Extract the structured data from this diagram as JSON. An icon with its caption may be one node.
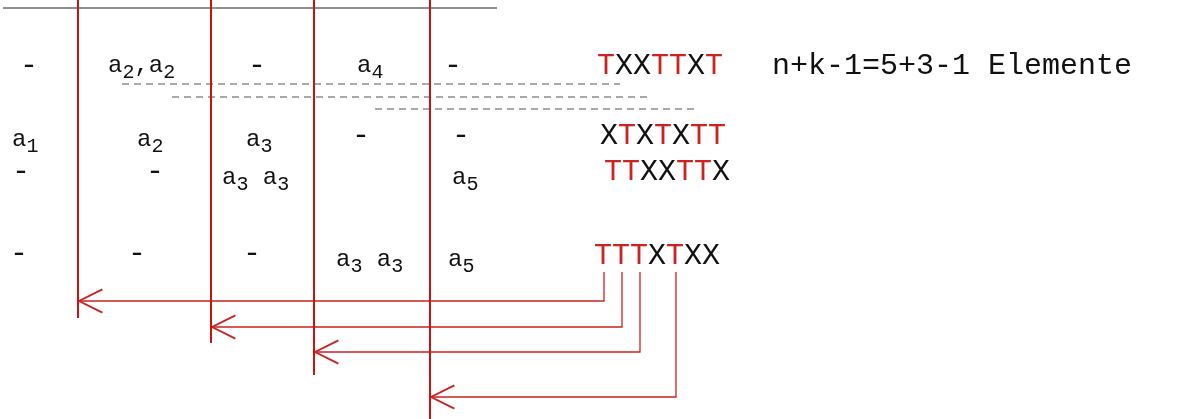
{
  "diagram": {
    "nodes": [
      {
        "text": [],
        "shape": "bar"
      },
      {
        "text": [],
        "shape": "bar"
      },
      {
        "text": [],
        "shape": "bar"
      },
      {
        "text": [],
        "shape": "bar"
      },
      {
        "text": [
          "TTTXTXX"
        ]
      }
    ],
    "edges": [
      {
        "from": 4,
        "to": 0,
        "arrow": "to"
      },
      {
        "from": 4,
        "to": 1,
        "arrow": "to"
      },
      {
        "from": 4,
        "to": 2,
        "arrow": "to"
      },
      {
        "from": 4,
        "to": 3,
        "arrow": "to"
      }
    ],
    "labels": [
      "-",
      "a$_{2}$,a$_{2}$",
      "-",
      "a$_{4}$",
      "-",
      "TXXTTXT",
      "n+k-1=5+3-1 Elemente",
      "a$_{1}$",
      "a$_{2}$",
      "a$_{3}$",
      "-",
      "-",
      "XTXTXTT",
      "-",
      "-",
      "a$_{3}$ a$_{3}$",
      "a$_{5}$",
      "TTXXTTX",
      "-",
      "-",
      "-",
      "a$_{3}$ a$_{3}$",
      "a$_{5}$"
    ]
  }
}
